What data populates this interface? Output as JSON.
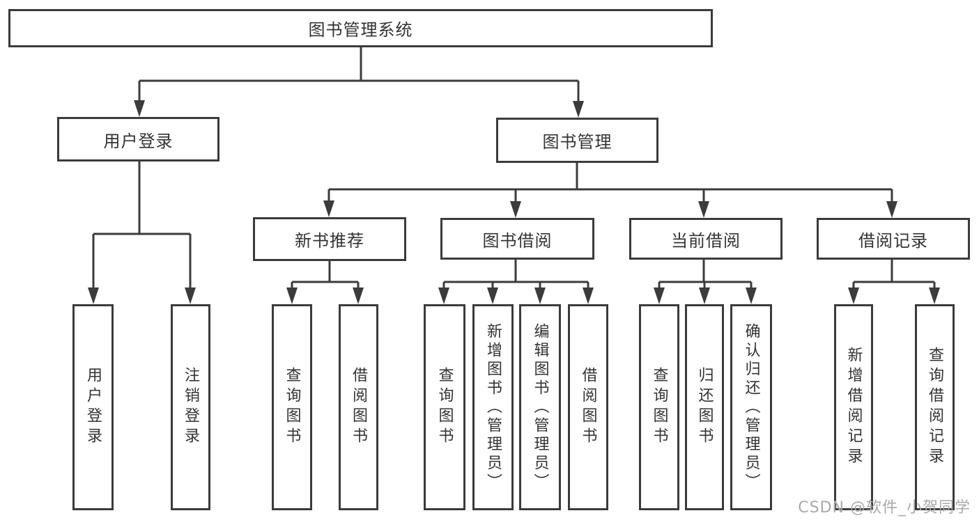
{
  "diagram": {
    "root": "图书管理系统",
    "login": {
      "label": "用户登录",
      "children": [
        "用户登录",
        "注销登录"
      ]
    },
    "mgmt": {
      "label": "图书管理",
      "groups": [
        {
          "label": "新书推荐",
          "children": [
            "查询图书",
            "借阅图书"
          ]
        },
        {
          "label": "图书借阅",
          "children": [
            "查询图书",
            "新增图书（管理员）",
            "编辑图书（管理员）",
            "借阅图书"
          ]
        },
        {
          "label": "当前借阅",
          "children": [
            "查询图书",
            "归还图书",
            "确认归还（管理员）"
          ]
        },
        {
          "label": "借阅记录",
          "children": [
            "新增借阅记录",
            "查询借阅记录"
          ]
        }
      ]
    }
  },
  "watermark": {
    "text": "CSDN @软件_小贺同学"
  },
  "colors": {
    "line": "#3b3b3b",
    "text": "#333333",
    "watermark": "#a9a9a9",
    "background": "#ffffff"
  }
}
